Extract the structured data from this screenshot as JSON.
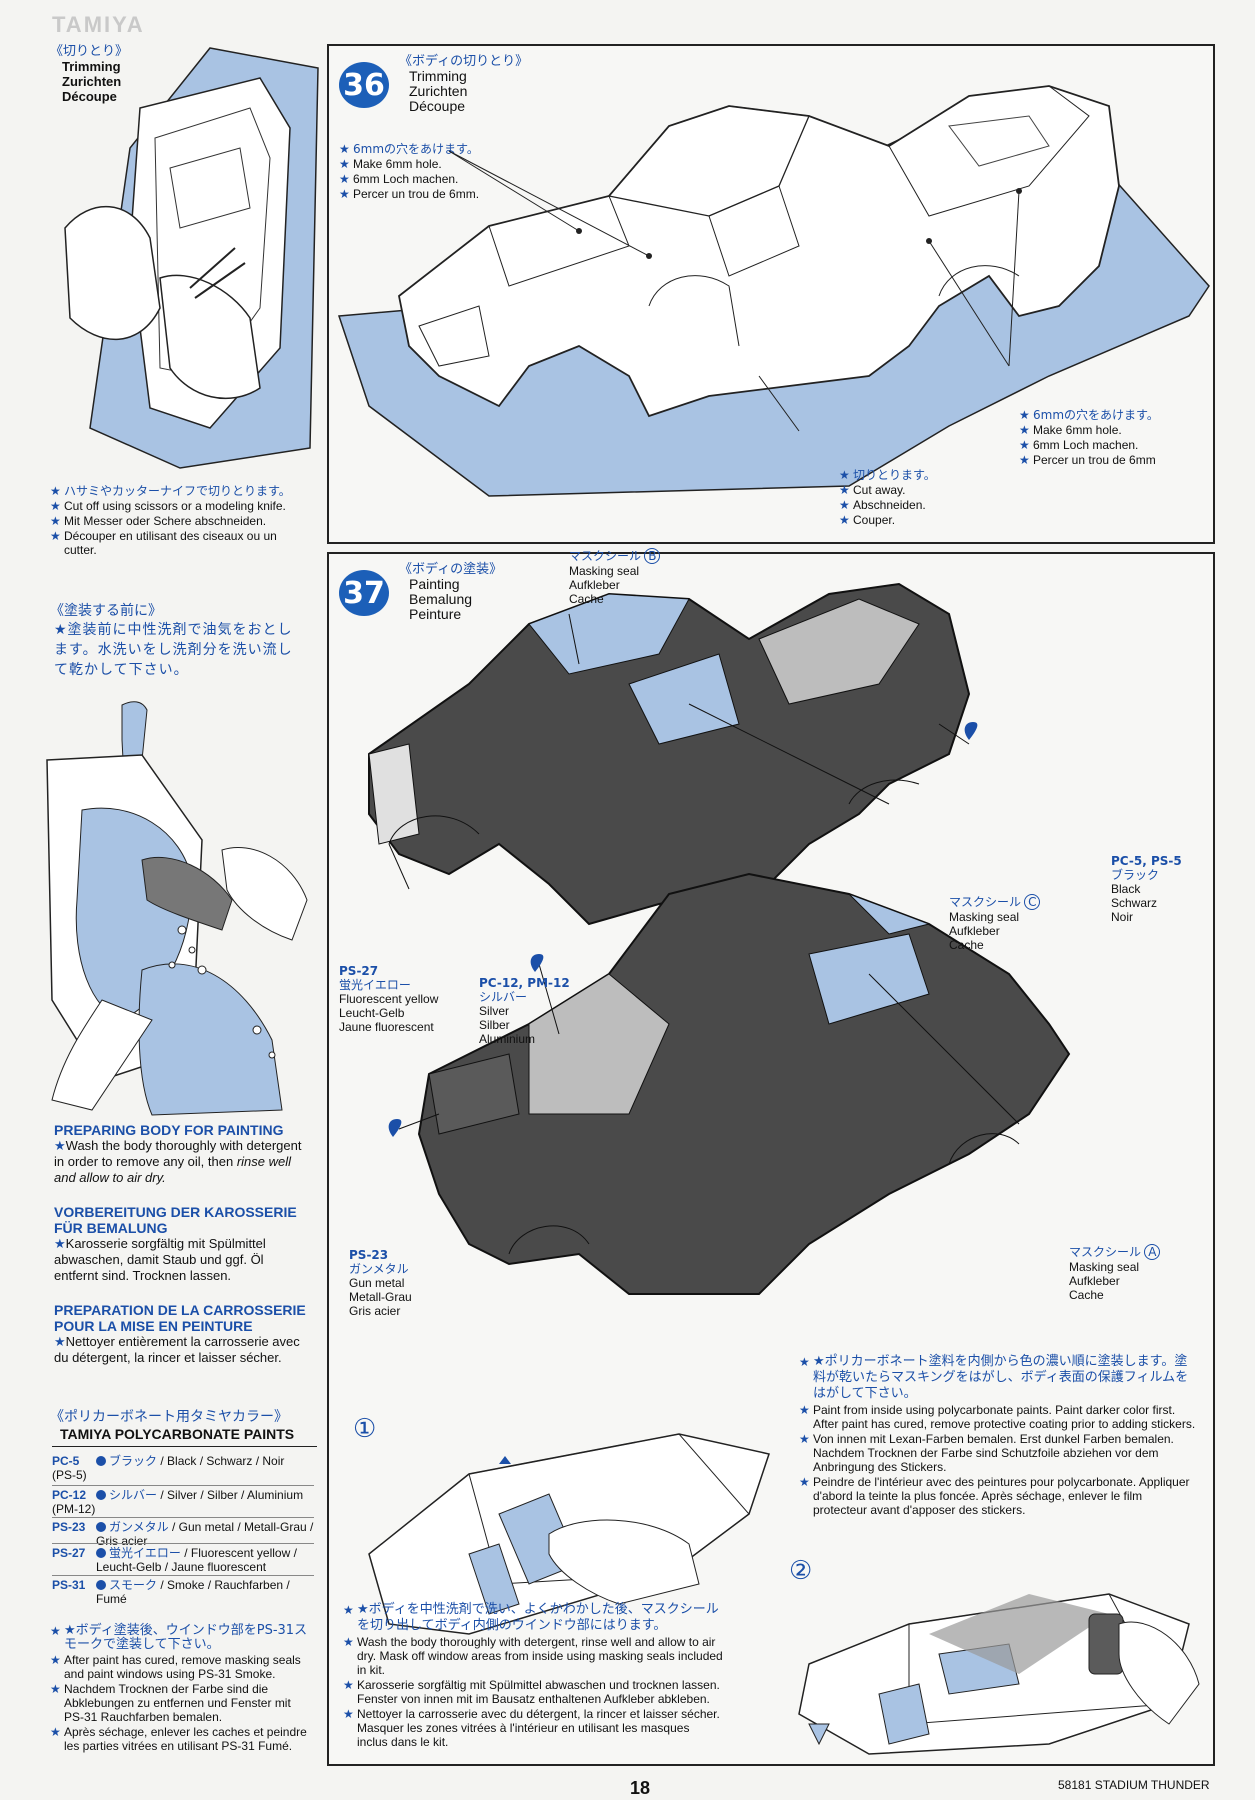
{
  "header": {
    "brand": "TAMIYA"
  },
  "left": {
    "trimming": {
      "jp": "《切りとり》",
      "en": "Trimming",
      "de": "Zurichten",
      "fr": "Découpe"
    },
    "trim_notes": {
      "jp": "ハサミやカッターナイフで切りとります。",
      "en": "Cut off using scissors or a modeling knife.",
      "de": "Mit Messer oder Schere abschneiden.",
      "fr": "Découper en utilisant des ciseaux ou un cutter."
    },
    "before_paint": {
      "jp_title": "《塗装する前に》",
      "jp_text": "★塗装前に中性洗剤で油気をおとします。水洗いをし洗剤分を洗い流して乾かして下さい。"
    },
    "prep_en": {
      "title": "PREPARING BODY FOR PAINTING",
      "text": "Wash the body thoroughly with detergent in order to remove any oil, then ",
      "italic": "rinse well and allow to air dry."
    },
    "prep_de": {
      "title": "VORBEREITUNG DER KAROSSERIE FÜR BEMALUNG",
      "text": "Karosserie sorgfältig mit Spülmittel abwaschen, damit Staub und ggf. Öl entfernt sind. Trocknen lassen."
    },
    "prep_fr": {
      "title": "PREPARATION DE LA CARROSSERIE POUR LA MISE EN PEINTURE",
      "text": "Nettoyer entièrement la carrosserie avec du détergent, la rincer et laisser sécher."
    },
    "paints": {
      "jp_title": "《ポリカーボネート用タミヤカラー》",
      "en_title": "TAMIYA POLYCARBONATE PAINTS",
      "rows": [
        {
          "code": "PC-5",
          "code2": "(PS-5)",
          "jp": "ブラック",
          "text": " / Black / Schwarz / Noir"
        },
        {
          "code": "PC-12",
          "code2": "(PM-12)",
          "jp": "シルバー",
          "text": " / Silver / Silber / Aluminium"
        },
        {
          "code": "PS-23",
          "code2": "",
          "jp": "ガンメタル",
          "text": " / Gun metal / Metall-Grau / Gris acier"
        },
        {
          "code": "PS-27",
          "code2": "",
          "jp": "蛍光イエロー",
          "text": " / Fluorescent yellow / Leucht-Gelb / Jaune fluorescent"
        },
        {
          "code": "PS-31",
          "code2": "",
          "jp": "スモーク",
          "text": " / Smoke / Rauchfarben / Fumé"
        }
      ]
    },
    "window_notes": {
      "jp": "★ボディ塗装後、ウインドウ部をPS-31スモークで塗装して下さい。",
      "en": "After paint has cured, remove masking seals and paint windows using PS-31 Smoke.",
      "de": "Nachdem Trocknen der Farbe sind die Abklebungen zu entfernen und Fenster mit PS-31 Rauchfarben bemalen.",
      "fr": "Après séchage, enlever les caches et peindre les parties vitrées en utilisant PS-31 Fumé."
    }
  },
  "step36": {
    "num": "36",
    "jp": "《ボディの切りとり》",
    "en": "Trimming",
    "de": "Zurichten",
    "fr": "Découpe",
    "hole1": {
      "jp": "6mmの穴をあけます。",
      "en": "Make 6mm hole.",
      "de": "6mm Loch machen.",
      "fr": "Percer un trou de 6mm."
    },
    "hole2": {
      "jp": "6mmの穴をあけます。",
      "en": "Make 6mm hole.",
      "de": "6mm Loch machen.",
      "fr": "Percer un trou de 6mm"
    },
    "cut": {
      "jp": "切りとります。",
      "en": "Cut away.",
      "de": "Abschneiden.",
      "fr": "Couper."
    }
  },
  "step37": {
    "num": "37",
    "jp": "《ボディの塗装》",
    "en": "Painting",
    "de": "Bemalung",
    "fr": "Peinture",
    "maskB": {
      "jp": "マスクシール",
      "letter": "B",
      "en": "Masking seal",
      "de": "Aufkleber",
      "fr": "Cache"
    },
    "maskC": {
      "jp": "マスクシール",
      "letter": "C",
      "en": "Masking seal",
      "de": "Aufkleber",
      "fr": "Cache"
    },
    "maskA": {
      "jp": "マスクシール",
      "letter": "A",
      "en": "Masking seal",
      "de": "Aufkleber",
      "fr": "Cache"
    },
    "pc5": {
      "code": "PC-5, PS-5",
      "jp": "ブラック",
      "en": "Black",
      "de": "Schwarz",
      "fr": "Noir"
    },
    "ps27": {
      "code": "PS-27",
      "jp": "蛍光イエロー",
      "en": "Fluorescent yellow",
      "de": "Leucht-Gelb",
      "fr": "Jaune fluorescent"
    },
    "pc12": {
      "code": "PC-12, PM-12",
      "jp": "シルバー",
      "en": "Silver",
      "de": "Silber",
      "fr": "Aluminium"
    },
    "ps23": {
      "code": "PS-23",
      "jp": "ガンメタル",
      "en": "Gun metal",
      "de": "Metall-Grau",
      "fr": "Gris acier"
    },
    "inside_notes": {
      "jp": "★ポリカーボネート塗料を内側から色の濃い順に塗装します。塗料が乾いたらマスキングをはがし、ボディ表面の保護フィルムをはがして下さい。",
      "en": "Paint from inside using polycarbonate paints. Paint darker color first. After paint has cured, remove protective coating prior to adding stickers.",
      "de": "Von innen mit Lexan-Farben bemalen. Erst dunkel Farben bemalen. Nachdem Trocknen der Farbe sind Schutzfoile abziehen vor dem Anbringung des Stickers.",
      "fr": "Peindre de l'intérieur avec des peintures pour polycarbonate. Appliquer d'abord la teinte la plus foncée. Après séchage, enlever le film protecteur avant d'apposer des stickers."
    },
    "sub1": "①",
    "sub2": "②",
    "wash_notes": {
      "jp": "★ボディを中性洗剤で洗い、よくかわかした後、マスクシールを切り出してボディ内側のウインドウ部にはります。",
      "en": "Wash the body thoroughly with detergent, rinse well and allow to air dry. Mask off window areas from inside using masking seals included in kit.",
      "de": "Karosserie sorgfältig mit Spülmittel abwaschen und trocknen lassen. Fenster von innen mit im Bausatz enthaltenen Aufkleber abkleben.",
      "fr": "Nettoyer la carrosserie avec du détergent, la rincer et laisser sécher. Masquer les zones vitrées à l'intérieur en utilisant les masques inclus dans le kit."
    }
  },
  "footer": {
    "page": "18",
    "product": "58181 STADIUM THUNDER"
  },
  "colors": {
    "accent": "#1b4fa8",
    "step_badge": "#1c5fb8",
    "sheet_blue": "#a9c3e3",
    "body_dark": "#4a4a4a"
  }
}
